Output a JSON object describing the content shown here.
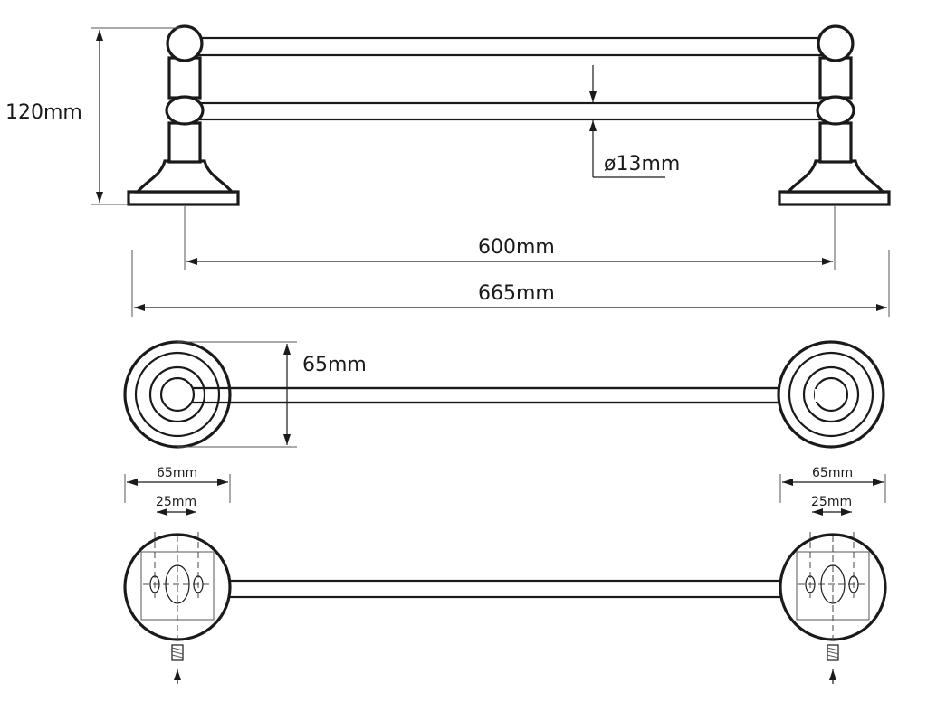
{
  "dimensions": {
    "height": "120mm",
    "bar_diameter": "ø13mm",
    "center_distance": "600mm",
    "overall_length": "665mm",
    "projection": "65mm",
    "left_plate_width": "65mm",
    "left_hole_spacing": "25mm",
    "right_plate_width": "65mm",
    "right_hole_spacing": "25mm"
  }
}
